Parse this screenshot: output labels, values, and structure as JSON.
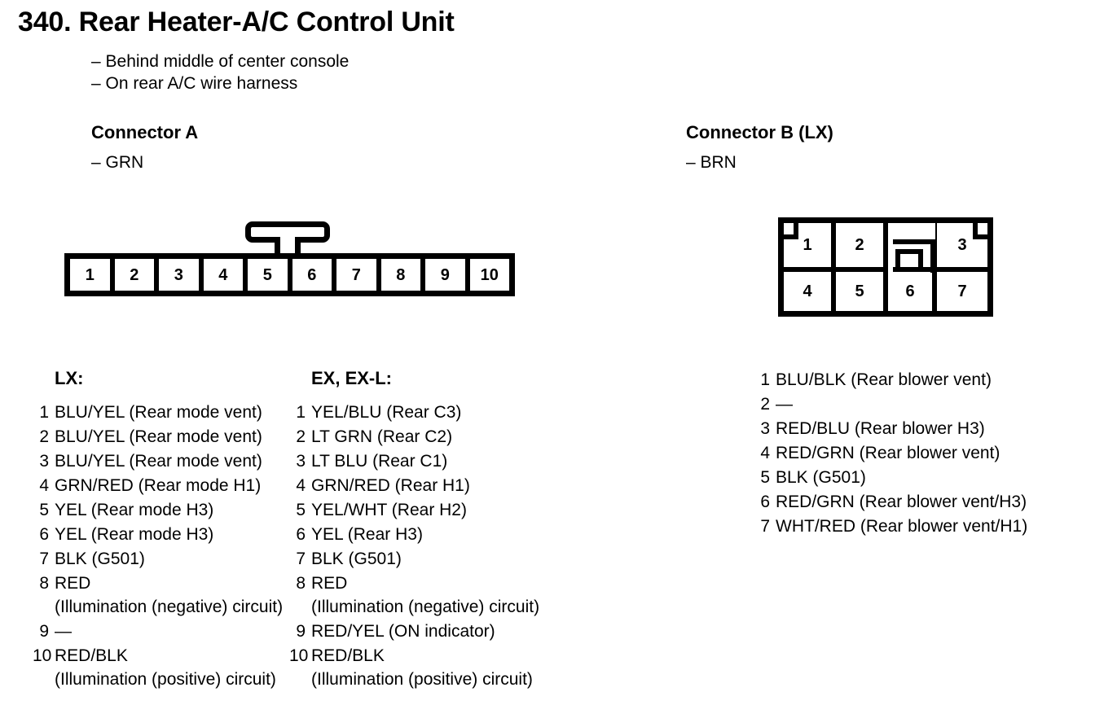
{
  "page": {
    "title": "340.  Rear Heater-A/C Control Unit",
    "location_notes": [
      "– Behind middle of center console",
      "– On rear A/C wire harness"
    ]
  },
  "connector_a": {
    "heading": "Connector A",
    "color_note": "– GRN",
    "pin_cells": [
      "1",
      "2",
      "3",
      "4",
      "5",
      "6",
      "7",
      "8",
      "9",
      "10"
    ],
    "latch_icon": "connector-latch-tab"
  },
  "connector_b": {
    "heading": "Connector B (LX)",
    "color_note": "– BRN",
    "row_top": [
      "1",
      "2",
      "3"
    ],
    "row_bottom": [
      "4",
      "5",
      "6",
      "7"
    ],
    "latch_icon": "connector-latch-recess"
  },
  "pin_lists": [
    {
      "id": "lx",
      "heading": "LX:",
      "pins": [
        {
          "num": "1",
          "desc": "BLU/YEL (Rear mode vent)",
          "cont": ""
        },
        {
          "num": "2",
          "desc": "BLU/YEL (Rear mode vent)",
          "cont": ""
        },
        {
          "num": "3",
          "desc": "BLU/YEL (Rear mode vent)",
          "cont": ""
        },
        {
          "num": "4",
          "desc": "GRN/RED (Rear mode H1)",
          "cont": ""
        },
        {
          "num": "5",
          "desc": "YEL (Rear mode H3)",
          "cont": ""
        },
        {
          "num": "6",
          "desc": "YEL (Rear mode H3)",
          "cont": ""
        },
        {
          "num": "7",
          "desc": "BLK (G501)",
          "cont": ""
        },
        {
          "num": "8",
          "desc": "RED",
          "cont": "(Illumination (negative) circuit)"
        },
        {
          "num": "9",
          "desc": "—",
          "cont": ""
        },
        {
          "num": "10",
          "desc": "RED/BLK",
          "cont": "(Illumination (positive) circuit)"
        }
      ]
    },
    {
      "id": "ex",
      "heading": "EX, EX-L:",
      "pins": [
        {
          "num": "1",
          "desc": "YEL/BLU (Rear C3)",
          "cont": ""
        },
        {
          "num": "2",
          "desc": "LT GRN (Rear C2)",
          "cont": ""
        },
        {
          "num": "3",
          "desc": "LT BLU (Rear C1)",
          "cont": ""
        },
        {
          "num": "4",
          "desc": "GRN/RED (Rear H1)",
          "cont": ""
        },
        {
          "num": "5",
          "desc": "YEL/WHT (Rear H2)",
          "cont": ""
        },
        {
          "num": "6",
          "desc": "YEL (Rear H3)",
          "cont": ""
        },
        {
          "num": "7",
          "desc": "BLK (G501)",
          "cont": ""
        },
        {
          "num": "8",
          "desc": "RED",
          "cont": "(Illumination (negative) circuit)"
        },
        {
          "num": "9",
          "desc": "RED/YEL (ON indicator)",
          "cont": ""
        },
        {
          "num": "10",
          "desc": "RED/BLK",
          "cont": "(Illumination (positive) circuit)"
        }
      ]
    },
    {
      "id": "connb",
      "heading": "",
      "pins": [
        {
          "num": "1",
          "desc": "BLU/BLK (Rear blower vent)",
          "cont": ""
        },
        {
          "num": "2",
          "desc": "—",
          "cont": ""
        },
        {
          "num": "3",
          "desc": "RED/BLU (Rear blower H3)",
          "cont": ""
        },
        {
          "num": "4",
          "desc": "RED/GRN (Rear blower vent)",
          "cont": ""
        },
        {
          "num": "5",
          "desc": "BLK (G501)",
          "cont": ""
        },
        {
          "num": "6",
          "desc": "RED/GRN (Rear blower vent/H3)",
          "cont": ""
        },
        {
          "num": "7",
          "desc": "WHT/RED (Rear blower vent/H1)",
          "cont": ""
        }
      ]
    }
  ],
  "colors": {
    "ink": "#000000",
    "paper": "#ffffff"
  }
}
